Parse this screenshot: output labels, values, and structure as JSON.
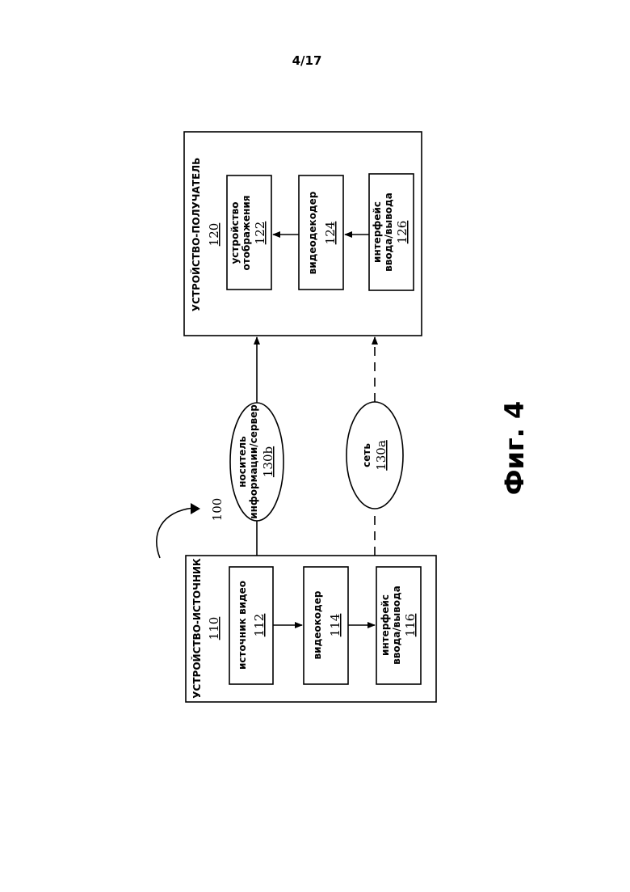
{
  "page_number": "4/17",
  "figure_caption": "Фиг. 4",
  "system_ref": "100",
  "source_device": {
    "title": "УСТРОЙСТВО-ИСТОЧНИК",
    "ref": "110",
    "video_source": {
      "label": "источник видео",
      "ref": "112"
    },
    "video_encoder": {
      "label": "видеокодер",
      "ref": "114"
    },
    "io_interface": {
      "line1": "интерфейс",
      "line2": "ввода/вывода",
      "ref": "116"
    }
  },
  "destination_device": {
    "title": "УСТРОЙСТВО-ПОЛУЧАТЕЛЬ",
    "ref": "120",
    "display": {
      "line1": "устройство",
      "line2": "отображения",
      "ref": "122"
    },
    "video_decoder": {
      "label": "видеодекодер",
      "ref": "124"
    },
    "io_interface": {
      "line1": "интерфейс",
      "line2": "ввода/вывода",
      "ref": "126"
    }
  },
  "storage": {
    "line1": "носитель",
    "line2": "информации/сервер",
    "ref": "130b"
  },
  "network": {
    "label": "сеть",
    "ref": "130a"
  }
}
